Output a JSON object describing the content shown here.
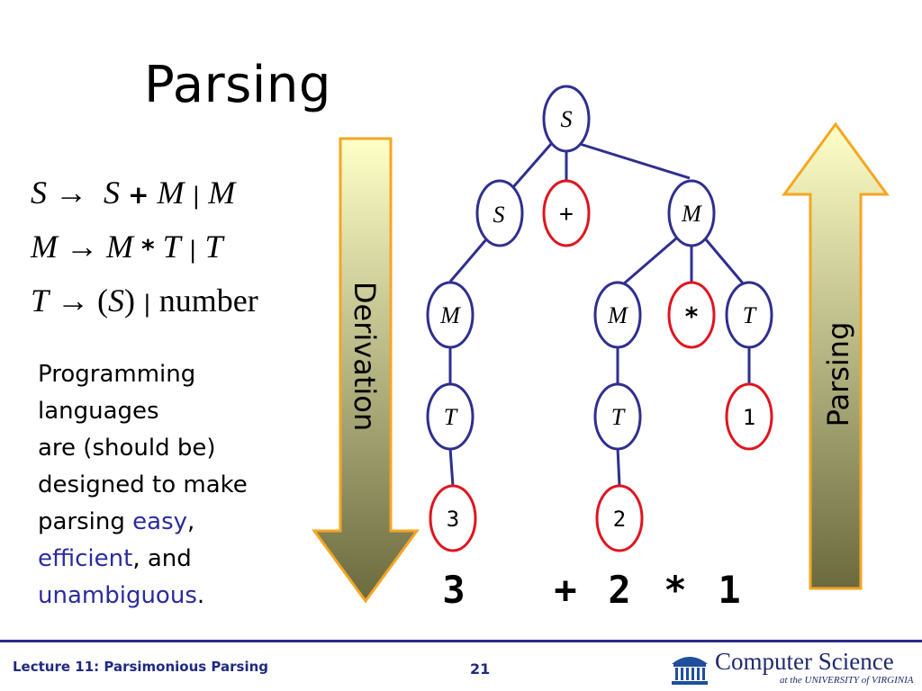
{
  "slide": {
    "title": "Parsing",
    "grammar": {
      "line1": {
        "lhs": "S",
        "arrow": "→",
        "a": "S",
        "plus": "+",
        "b": "M",
        "bar": "|",
        "c": "M"
      },
      "line2": {
        "lhs": "M",
        "arrow": "→",
        "a": "M",
        "star": "*",
        "b": "T",
        "bar": "|",
        "c": "T"
      },
      "line3": {
        "lhs": "T",
        "arrow": "→",
        "open": "(",
        "a": "S",
        "close": ")",
        "bar": "|",
        "b": "number"
      }
    },
    "body": {
      "line1": "Programming",
      "line2": "languages",
      "line3": "are (should be)",
      "line4": "designed to make",
      "line5_pre": "parsing ",
      "easy": "easy",
      "comma1": ",",
      "efficient": "efficient",
      "and": ", and",
      "unambiguous": "unambiguous",
      "period": "."
    },
    "arrows": {
      "down_label": "Derivation",
      "up_label": "Parsing"
    },
    "tree": {
      "nodes": [
        {
          "id": "n_s_root",
          "label": "S",
          "kind": "nonterminal"
        },
        {
          "id": "n_s",
          "label": "S",
          "kind": "nonterminal"
        },
        {
          "id": "n_plus",
          "label": "+",
          "kind": "terminal"
        },
        {
          "id": "n_m_top",
          "label": "M",
          "kind": "nonterminal"
        },
        {
          "id": "n_m_left",
          "label": "M",
          "kind": "nonterminal"
        },
        {
          "id": "n_m_mid",
          "label": "M",
          "kind": "nonterminal"
        },
        {
          "id": "n_star",
          "label": "*",
          "kind": "terminal"
        },
        {
          "id": "n_t_right",
          "label": "T",
          "kind": "nonterminal"
        },
        {
          "id": "n_t_left",
          "label": "T",
          "kind": "nonterminal"
        },
        {
          "id": "n_t_mid",
          "label": "T",
          "kind": "nonterminal"
        },
        {
          "id": "n_one",
          "label": "1",
          "kind": "terminal"
        },
        {
          "id": "n_three",
          "label": "3",
          "kind": "terminal"
        },
        {
          "id": "n_two",
          "label": "2",
          "kind": "terminal"
        }
      ],
      "edges": [
        [
          "n_s_root",
          "n_s"
        ],
        [
          "n_s_root",
          "n_plus"
        ],
        [
          "n_s_root",
          "n_m_top"
        ],
        [
          "n_s",
          "n_m_left"
        ],
        [
          "n_m_top",
          "n_m_mid"
        ],
        [
          "n_m_top",
          "n_star"
        ],
        [
          "n_m_top",
          "n_t_right"
        ],
        [
          "n_m_left",
          "n_t_left"
        ],
        [
          "n_m_mid",
          "n_t_mid"
        ],
        [
          "n_t_right",
          "n_one"
        ],
        [
          "n_t_left",
          "n_three"
        ],
        [
          "n_t_mid",
          "n_two"
        ]
      ],
      "input_string": [
        "3",
        "+",
        "2",
        "*",
        "1"
      ]
    },
    "colors": {
      "node_blue": "#2f2f8f",
      "node_red": "#e0141e",
      "edge": "#2f2f8f",
      "arrow_border": "#f5a623"
    }
  },
  "footer": {
    "lecture": "Lecture 11: Parsimonious Parsing",
    "page": "21",
    "logo_main": "Computer Science",
    "logo_sub": "at the UNIVERSITY of VIRGINIA"
  }
}
